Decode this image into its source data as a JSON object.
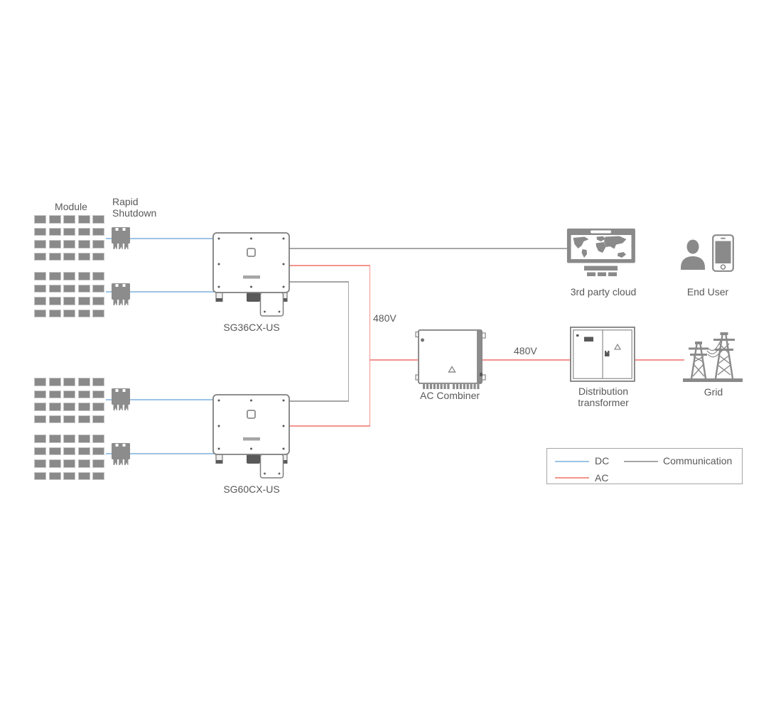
{
  "nodes": {
    "module": {
      "label": "Module"
    },
    "rapid_shutdown": {
      "label": "Rapid Shutdown"
    },
    "inverter_1": {
      "label": "SG36CX-US"
    },
    "inverter_2": {
      "label": "SG60CX-US"
    },
    "ac_combiner": {
      "label": "AC Combiner"
    },
    "distribution_transformer": {
      "label": "Distribution transformer"
    },
    "grid": {
      "label": "Grid"
    },
    "third_party_cloud": {
      "label": "3rd party cloud"
    },
    "end_user": {
      "label": "End User"
    }
  },
  "connections": {
    "inverters_to_combiner_voltage": "480V",
    "combiner_to_transformer_voltage": "480V"
  },
  "legend": {
    "dc_label": "DC",
    "ac_label": "AC",
    "communication_label": "Communication"
  },
  "colors": {
    "dc_line": "#9dc3e6",
    "ac_line": "#f4938e",
    "communication_line": "#a6a6a6",
    "icon_gray": "#8a8a8a",
    "icon_dark": "#595959",
    "box_border": "#7f7f7f",
    "text": "#595959"
  }
}
